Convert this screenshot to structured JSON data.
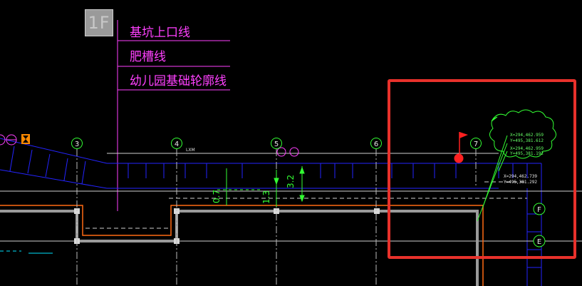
{
  "floor_badge": "1F",
  "legend": [
    {
      "text": "基坑上口线"
    },
    {
      "text": "肥槽线"
    },
    {
      "text": "幼儿园基础轮廓线"
    }
  ],
  "axes": [
    "3",
    "4",
    "5",
    "6",
    "7",
    "F",
    "E"
  ],
  "labels": {
    "small_note": "LXM",
    "dim_1": "0.7",
    "dim_2": "1.3",
    "dim_3": "3.2"
  },
  "coords": {
    "c1": "X=294,462.959",
    "c2": "Y=495,381.612",
    "c3": "X=294,462.959",
    "c4": "Y=495,381.192",
    "c5": "X=294,462.739",
    "c6": "Y=495,381.292"
  },
  "colors": {
    "highlight": "#e8312b",
    "legend_text": "#ff40ff",
    "foundation_blue": "#2424ff",
    "axis_green": "#33ff33"
  }
}
